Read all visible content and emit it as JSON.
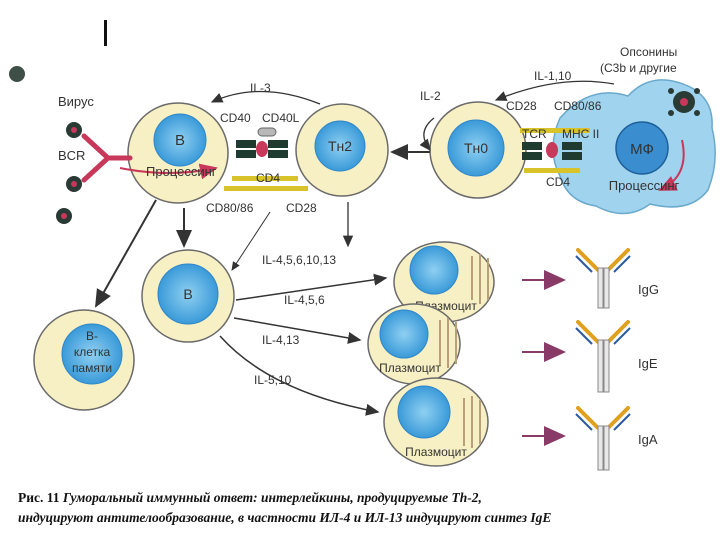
{
  "labels": {
    "virus": "Вирус",
    "bcr": "BCR",
    "processing_b": "Процессинг",
    "processing_mf": "Процессинг",
    "il3": "IL-3",
    "cd40": "CD40",
    "cd40l": "CD40L",
    "cd4_left": "CD4",
    "cd80_86_left": "CD80/86",
    "cd28_left": "CD28",
    "il2": "IL-2",
    "il1_10": "IL-1,10",
    "cd28_right": "CD28",
    "cd80_86_right": "CD80/86",
    "tcr": "TCR",
    "mhc2": "MHC II",
    "cd4_right": "CD4",
    "opsonins_line1": "Опсонины",
    "opsonins_line2": "(C3b и другие",
    "il_4_5_6_10_13": "IL-4,5,6,10,13",
    "il_4_5_6": "IL-4,5,6",
    "il_4_13": "IL-4,13",
    "il_5_10": "IL-5,10",
    "plasmocyte_1": "Плазмоцит",
    "plasmocyte_2": "Плазмоцит",
    "plasmocyte_3": "Плазмоцит",
    "igg": "IgG",
    "ige": "IgE",
    "iga": "IgA"
  },
  "cells": {
    "b": "B",
    "th2": "Tн2",
    "th0": "Tн0",
    "mf": "МФ",
    "b_activated": "B",
    "memory_line1": "B-",
    "memory_line2": "клетка",
    "memory_line3": "памяти"
  },
  "caption": {
    "prefix": "Рис. 11",
    "text_line1": "Гуморальный иммунный ответ: интерлейкины, продуцируемые Th-2,",
    "text_line2": "индуцируют антителообразование, в частности ИЛ-4 и ИЛ-13 индуцируют синтез IgE"
  },
  "colors": {
    "cell_fill": "#f7f0c4",
    "cell_outline": "#6a6a6a",
    "nucleus": "#5ab4e6",
    "nucleus_dark": "#2f86c8",
    "bcr": "#c8385a",
    "macrophage": "#9fd3ee",
    "processing_arrow": "#c8385a",
    "cd_bar": "#d8c42a",
    "receptor_dark": "#1f3a2f",
    "arrow": "#333333",
    "antibody_gold": "#e0a020",
    "antibody_blue": "#2a5aa0",
    "antibody_arrow": "#8a3a66"
  }
}
